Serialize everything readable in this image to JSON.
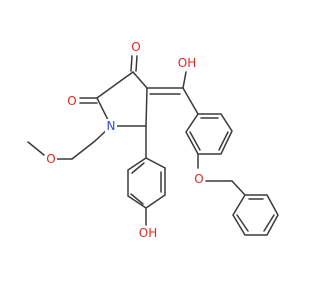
{
  "diagram": {
    "atoms": {
      "o_top": {
        "text": "O",
        "color": "#e4261d"
      },
      "o_left": {
        "text": "O",
        "color": "#e4261d"
      },
      "n1": {
        "text": "N",
        "color": "#2e4ad6"
      },
      "o_hydroxyl": {
        "text": "OH",
        "color": "#e4261d"
      },
      "o_methoxy": {
        "text": "O",
        "color": "#e4261d"
      },
      "o_phenol": {
        "text": "OH",
        "color": "#e4261d"
      },
      "o_ether": {
        "text": "O",
        "color": "#e4261d"
      }
    },
    "colors": {
      "bond": "#3a3a3a",
      "background": "#ffffff"
    }
  }
}
